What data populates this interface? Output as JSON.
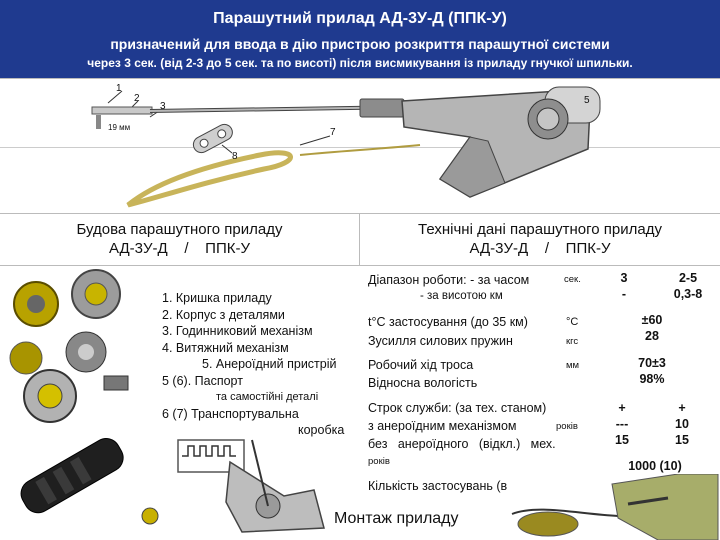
{
  "header": {
    "title": "Парашутний прилад АД-3У-Д (ППК-У)",
    "subtitle1": "призначений для ввода в дію пристрою розкриття парашутної системи",
    "subtitle2": "через 3 сек. (від 2-3 до 5 сек. та по висоті) після висмикування із приладу гнучкої шпильки."
  },
  "diagram_labels": {
    "n1": "1",
    "n2": "2",
    "n3": "3",
    "n5": "5",
    "n7": "7",
    "n8": "8",
    "dim": "19 мм"
  },
  "left_section": {
    "title_line1": "Будова парашутного приладу",
    "title_line2": "АД-3У-Д    /    ППК-У",
    "parts": [
      "1. Кришка приладу",
      "2. Корпус з деталями",
      "3. Годинниковий механізм",
      "4. Витяжний механізм",
      "5. Анероїдний пристрій",
      "5 (6). Паспорт",
      "та самостійні деталі",
      "6 (7) Транспортувальна",
      "коробка"
    ]
  },
  "right_section": {
    "title_line1": "Технічні дані парашутного приладу",
    "title_line2": "АД-3У-Д    /    ППК-У",
    "range_line1": "Діапазон роботи: - за часом",
    "range_line2": "- за висотою км",
    "range_unit": "сек.",
    "range_val_a1": "3",
    "range_val_a2": "-",
    "range_val_b1": "2-5",
    "range_val_b2": "0,3-8",
    "temp_label": "t°С застосування (до 35 км)",
    "temp_unit": "°С",
    "force_label": "Зусилля силових пружин",
    "force_unit": "кгс",
    "temp_val": "±60",
    "force_val": "28",
    "stroke_label": "Робочий хід троса",
    "stroke_unit": "мм",
    "humidity_label": "Відносна вологість",
    "stroke_val": "70±3",
    "humidity_val": "98%",
    "life_label": "Строк служби: (за тех. станом)",
    "life_line2": "з анероїдним механізмом",
    "life_line2_unit": "років",
    "life_line3": "без   анероїдного   (відкл.)   мех.",
    "life_line4": "років",
    "life_a1": "+",
    "life_a2": "---",
    "life_a3": "15",
    "life_b1": "+",
    "life_b2": "10",
    "life_b3": "15",
    "uses_label": "Кількість застосувань (в",
    "uses_val": "1000 (10)"
  },
  "montage_caption": "Монтаж приладу"
}
